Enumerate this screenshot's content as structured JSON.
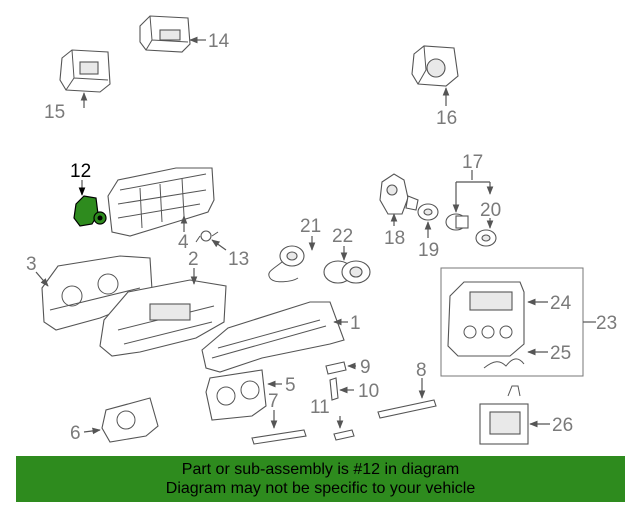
{
  "highlight_color": "#2e8b1e",
  "labels": {
    "c1": "1",
    "c2": "2",
    "c3": "3",
    "c4": "4",
    "c5": "5",
    "c6": "6",
    "c7": "7",
    "c8": "8",
    "c9": "9",
    "c10": "10",
    "c11": "11",
    "c12": "12",
    "c13": "13",
    "c14": "14",
    "c15": "15",
    "c16": "16",
    "c17": "17",
    "c18": "18",
    "c19": "19",
    "c20": "20",
    "c21": "21",
    "c22": "22",
    "c23": "23",
    "c24": "24",
    "c25": "25",
    "c26": "26"
  },
  "banner": {
    "line1": "Part or sub-assembly is #12 in diagram",
    "line2": "Diagram may not be specific to your vehicle"
  }
}
